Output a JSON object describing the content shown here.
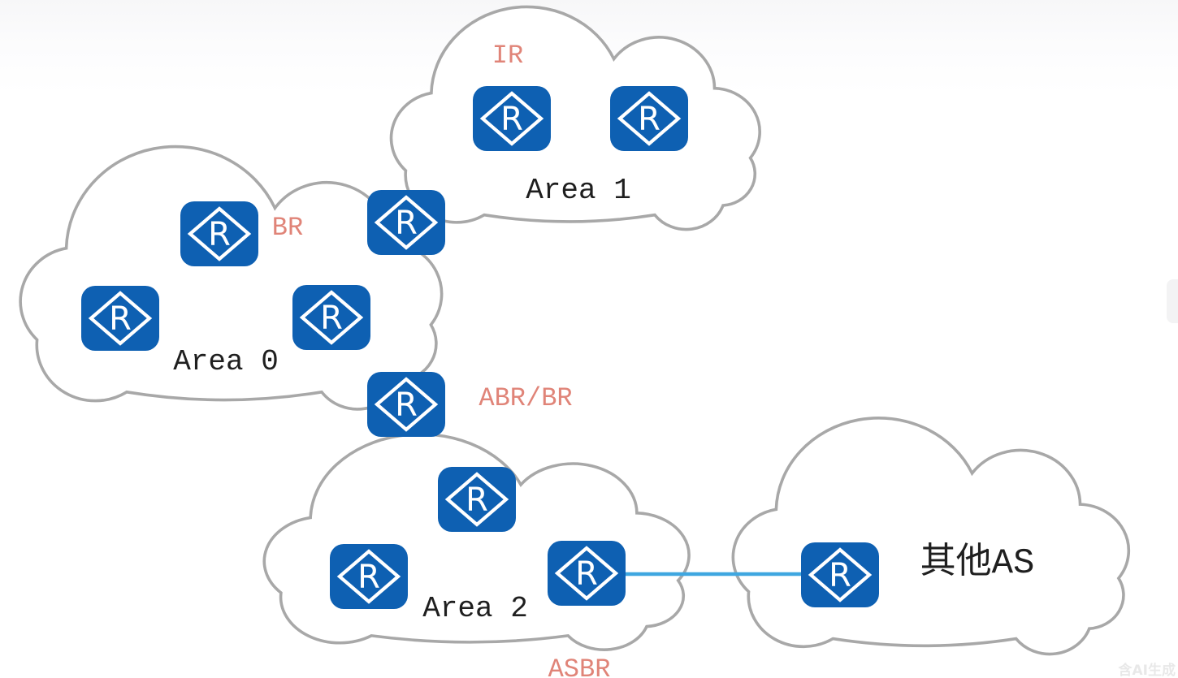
{
  "clouds": {
    "area1": {
      "label": "Area 1"
    },
    "area0": {
      "label": "Area 0"
    },
    "area2": {
      "label": "Area 2"
    },
    "other_as": {
      "label": "其他AS"
    }
  },
  "role_labels": {
    "ir": "IR",
    "br": "BR",
    "abr_br": "ABR/BR",
    "asbr": "ASBR"
  },
  "router_icon": {
    "letter": "R"
  },
  "watermark": {
    "text": "含AI生成"
  },
  "colors": {
    "router_blue": "#0e60b2",
    "cloud_stroke": "#a8a8a8",
    "cloud_fill": "#ffffff",
    "role_label_red": "#e08478",
    "area_label_black": "#1f1f1f",
    "link_blue": "#3fa7e0",
    "watermark_gray": "#dadada"
  }
}
